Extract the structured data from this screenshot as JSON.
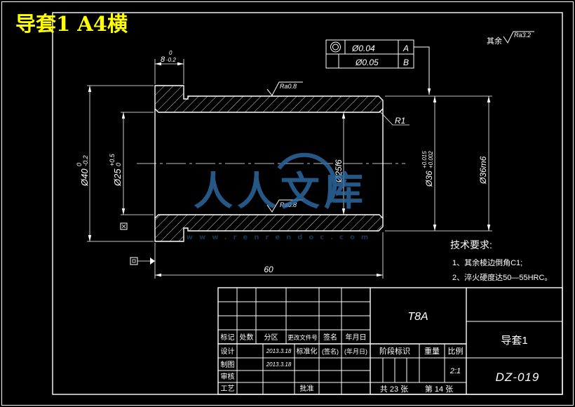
{
  "window": {
    "title": "导套1 A4横"
  },
  "drawing": {
    "surface_finish_general": {
      "prefix": "其余",
      "value": "Ra3.2"
    },
    "tolerance_frame": {
      "row1": {
        "value": "Ø0.04",
        "datum": "A"
      },
      "row2": {
        "value": "Ø0.05",
        "datum": "B"
      }
    },
    "dims": {
      "flange_width": {
        "nominal": "8",
        "upper": "0",
        "lower": "-0.2"
      },
      "outer_flange_dia": {
        "nominal": "Ø40",
        "upper": "0",
        "lower": "-0.2"
      },
      "bore_dia": {
        "nominal": "Ø25",
        "upper": "+0.5",
        "lower": "0"
      },
      "bore_fit": "Ø25f6",
      "outer_dia": {
        "nominal": "Ø36",
        "upper": "+0.015",
        "lower": "+0.002"
      },
      "outer_fit": "Ø36m6",
      "length": "60",
      "radius": "R1"
    },
    "roughness": {
      "top": "Ra0.8",
      "bottom": "Ra0.8"
    }
  },
  "requirements": {
    "heading": "技术要求:",
    "items": [
      "1、其余棱边倒角C1;",
      "2、淬火硬度达50—55HRC。"
    ]
  },
  "title_block": {
    "header": [
      "标记",
      "处数",
      "分区",
      "更改文件号",
      "签名",
      "年月日"
    ],
    "rows": {
      "design": "设计",
      "draft": "制图",
      "review": "审核",
      "process": "工艺"
    },
    "dates": {
      "design": "2013.3.18",
      "draft": "2013.3.18"
    },
    "standardize": "标准化",
    "sign": "(签名)",
    "date": "(年月日)",
    "approve": "批准",
    "material": "T8A",
    "stage": "阶段标识",
    "weight": "重量",
    "scale_label": "比例",
    "scale": "2:1",
    "sheets_total": "共 23 张",
    "sheet_no": "第 14 张",
    "part_name": "导套1",
    "drawing_no": "DZ-019"
  },
  "watermark": {
    "brand": "人人文库",
    "url": "www.renrendoc.com"
  },
  "colors": {
    "background": "#000000",
    "lines": "#ffffff",
    "title": "#ffff00",
    "watermark": "#2f6fa8"
  }
}
